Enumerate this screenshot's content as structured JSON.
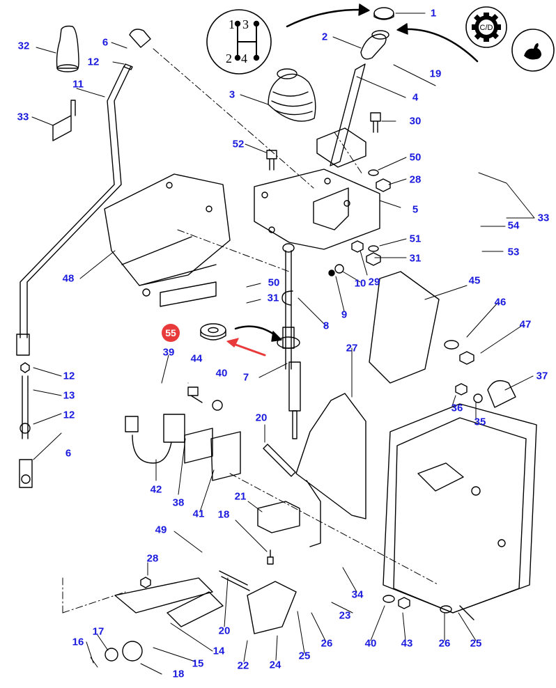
{
  "diagram": {
    "title": "Gear shift lever assembly exploded view",
    "ink_color": "#000000",
    "label_color": "#1a1adf",
    "highlight_color": "#e83a3a",
    "highlighted_part": "55",
    "shift_pattern": {
      "positions": [
        "1",
        "3",
        "2",
        "4"
      ]
    },
    "symbols": [
      {
        "name": "creep-drive-icon",
        "text": "C/D"
      },
      {
        "name": "rabbit-icon",
        "text": ""
      }
    ],
    "callouts": [
      {
        "id": "1",
        "text": "1"
      },
      {
        "id": "2",
        "text": "2"
      },
      {
        "id": "3",
        "text": "3"
      },
      {
        "id": "4",
        "text": "4"
      },
      {
        "id": "5",
        "text": "5"
      },
      {
        "id": "6a",
        "text": "6"
      },
      {
        "id": "6b",
        "text": "6"
      },
      {
        "id": "7",
        "text": "7"
      },
      {
        "id": "8",
        "text": "8"
      },
      {
        "id": "9",
        "text": "9"
      },
      {
        "id": "10",
        "text": "10"
      },
      {
        "id": "11",
        "text": "11"
      },
      {
        "id": "12a",
        "text": "12"
      },
      {
        "id": "12b",
        "text": "12"
      },
      {
        "id": "12c",
        "text": "12"
      },
      {
        "id": "13",
        "text": "13"
      },
      {
        "id": "14",
        "text": "14"
      },
      {
        "id": "15",
        "text": "15"
      },
      {
        "id": "16",
        "text": "16"
      },
      {
        "id": "17",
        "text": "17"
      },
      {
        "id": "18a",
        "text": "18"
      },
      {
        "id": "18b",
        "text": "18"
      },
      {
        "id": "19",
        "text": "19"
      },
      {
        "id": "20a",
        "text": "20"
      },
      {
        "id": "20b",
        "text": "20"
      },
      {
        "id": "21",
        "text": "21"
      },
      {
        "id": "22",
        "text": "22"
      },
      {
        "id": "23",
        "text": "23"
      },
      {
        "id": "24",
        "text": "24"
      },
      {
        "id": "25a",
        "text": "25"
      },
      {
        "id": "25b",
        "text": "25"
      },
      {
        "id": "26a",
        "text": "26"
      },
      {
        "id": "26b",
        "text": "26"
      },
      {
        "id": "27",
        "text": "27"
      },
      {
        "id": "28a",
        "text": "28"
      },
      {
        "id": "28b",
        "text": "28"
      },
      {
        "id": "29",
        "text": "29"
      },
      {
        "id": "30",
        "text": "30"
      },
      {
        "id": "31a",
        "text": "31"
      },
      {
        "id": "31b",
        "text": "31"
      },
      {
        "id": "32",
        "text": "32"
      },
      {
        "id": "33a",
        "text": "33"
      },
      {
        "id": "33b",
        "text": "33"
      },
      {
        "id": "34",
        "text": "34"
      },
      {
        "id": "35",
        "text": "35"
      },
      {
        "id": "36",
        "text": "36"
      },
      {
        "id": "37",
        "text": "37"
      },
      {
        "id": "38",
        "text": "38"
      },
      {
        "id": "39",
        "text": "39"
      },
      {
        "id": "40a",
        "text": "40"
      },
      {
        "id": "40b",
        "text": "40"
      },
      {
        "id": "41",
        "text": "41"
      },
      {
        "id": "42",
        "text": "42"
      },
      {
        "id": "43",
        "text": "43"
      },
      {
        "id": "44",
        "text": "44"
      },
      {
        "id": "45",
        "text": "45"
      },
      {
        "id": "46",
        "text": "46"
      },
      {
        "id": "47",
        "text": "47"
      },
      {
        "id": "48",
        "text": "48"
      },
      {
        "id": "49",
        "text": "49"
      },
      {
        "id": "50a",
        "text": "50"
      },
      {
        "id": "50b",
        "text": "50"
      },
      {
        "id": "51",
        "text": "51"
      },
      {
        "id": "52",
        "text": "52"
      },
      {
        "id": "53",
        "text": "53"
      },
      {
        "id": "54",
        "text": "54"
      },
      {
        "id": "55",
        "text": "55"
      }
    ]
  }
}
